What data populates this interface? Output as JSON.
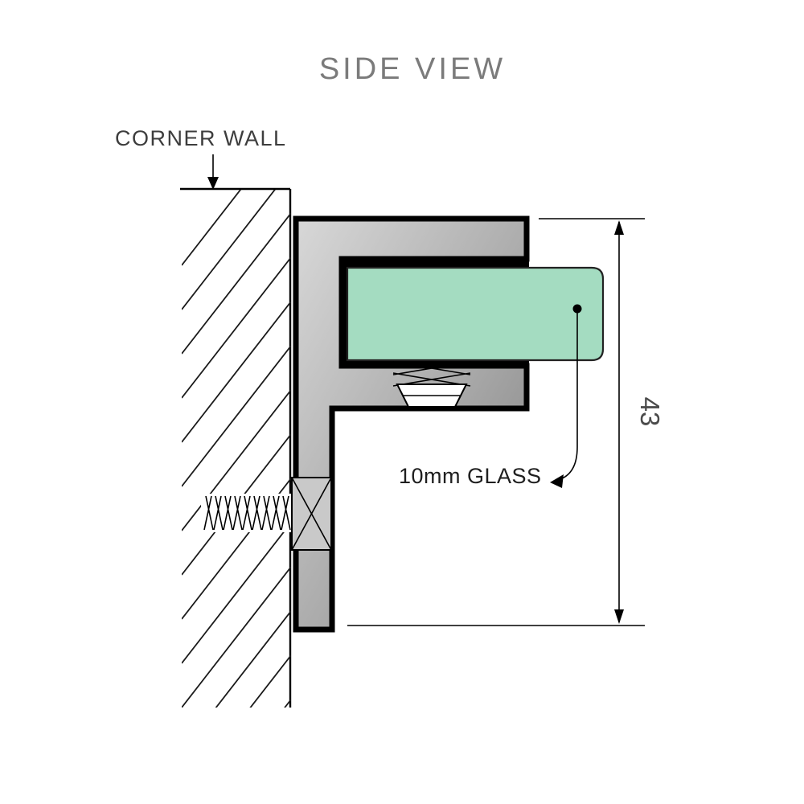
{
  "diagram": {
    "title": "SIDE VIEW",
    "wall_label": "CORNER WALL",
    "glass_label": "10mm GLASS",
    "dimension": {
      "value": "43"
    },
    "parts": {
      "bracket": "wall-mounted glass clamp profile (side section)",
      "glass": "10mm glass panel held in channel",
      "screw": "wall fixing screw",
      "grub": "grub screw / gasket under glass"
    },
    "colors": {
      "glass_green": "#a4dcc1",
      "metal_light": "#d8d8d8",
      "metal_mid": "#aaaaaa",
      "metal_dark": "#7e7e7e",
      "line_black": "#000000",
      "title_gray": "#7b7b7b",
      "label_gray": "#3d3d3d",
      "dim_gray": "#4a4a4a"
    }
  }
}
